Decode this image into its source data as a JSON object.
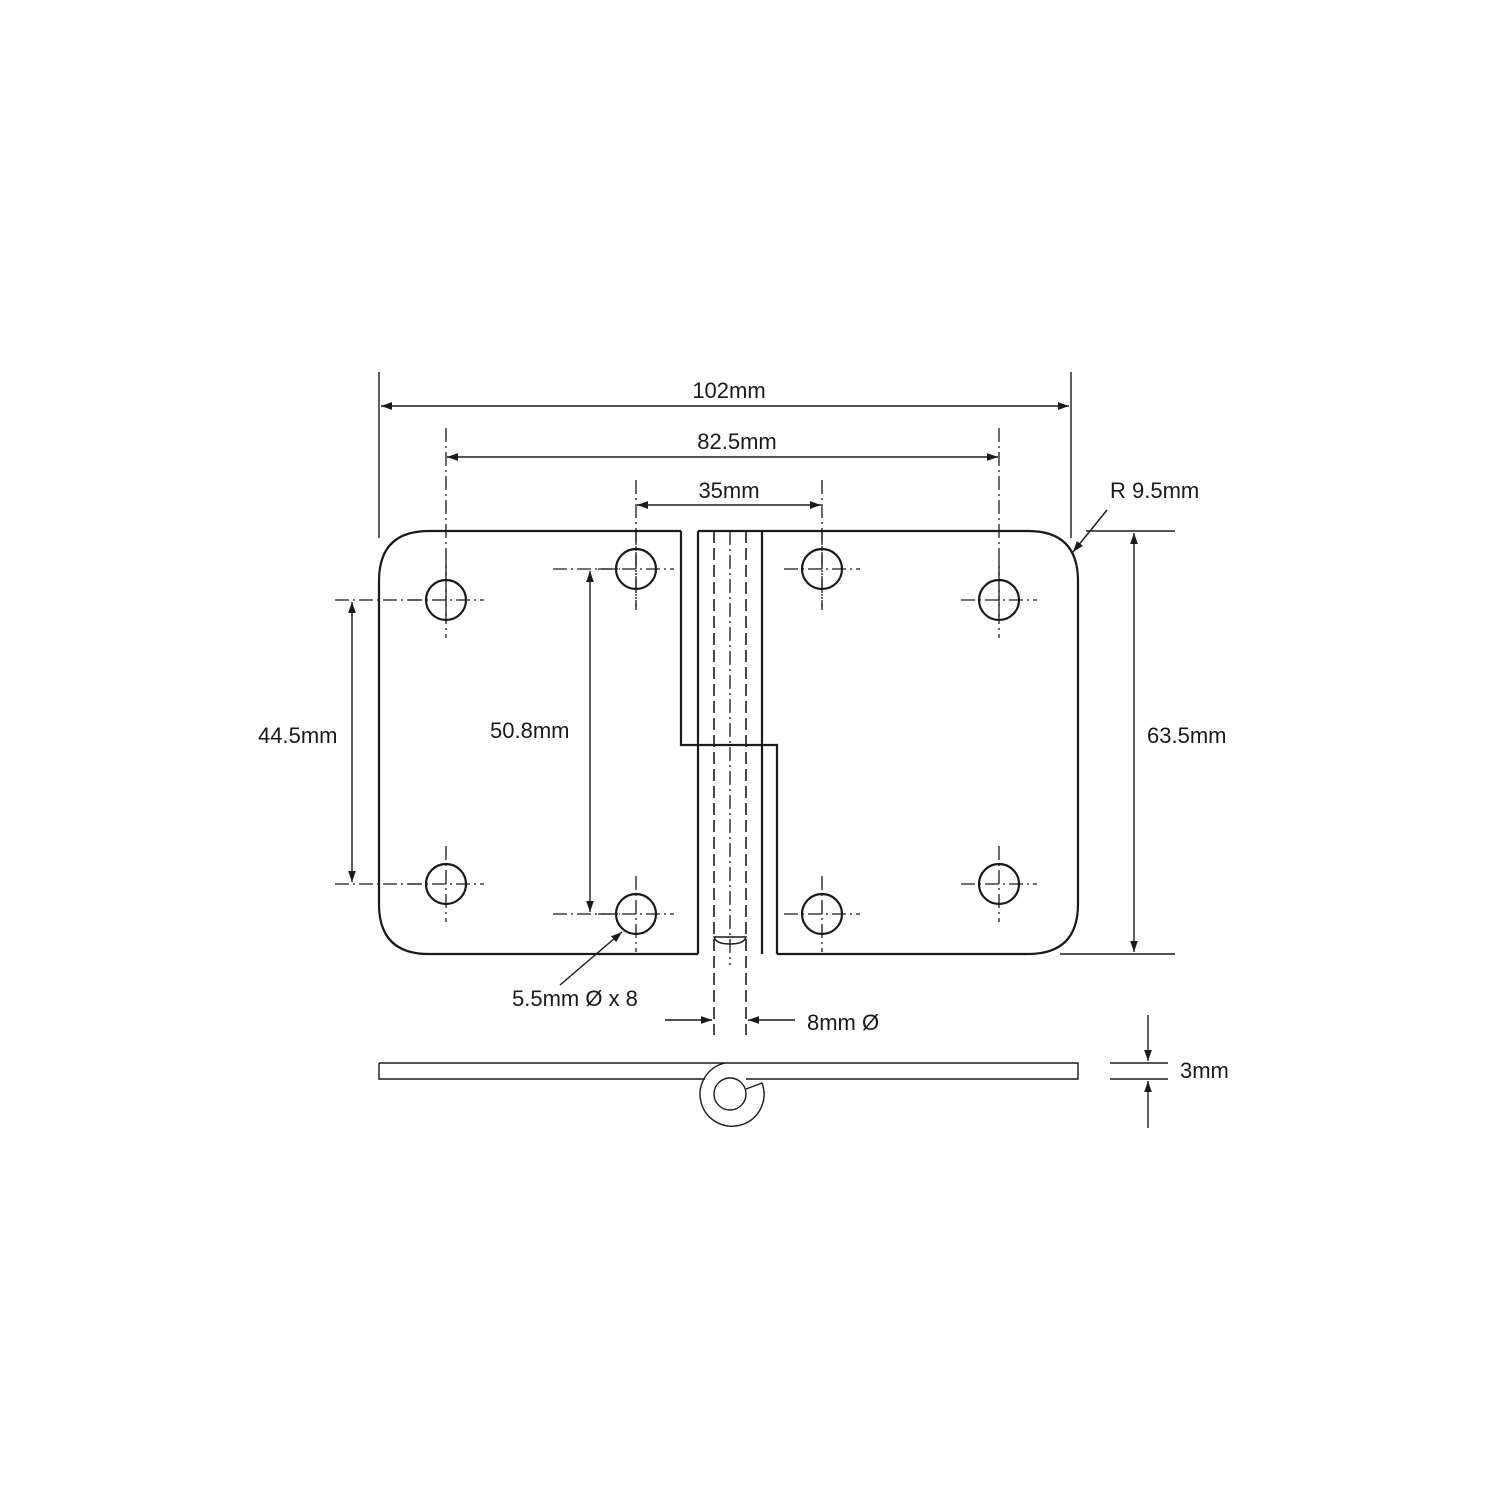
{
  "title": "Hinge dimension drawing",
  "colors": {
    "line": "#1a1a1a",
    "background": "#ffffff"
  },
  "dimensions": {
    "overall_width": "102mm",
    "outer_hole_spacing": "82.5mm",
    "inner_hole_spacing": "35mm",
    "corner_radius": "R 9.5mm",
    "outer_hole_vertical": "44.5mm",
    "inner_hole_vertical": "50.8mm",
    "overall_height": "63.5mm",
    "hole_spec": "5.5mm Ø x 8",
    "pin_diameter": "8mm Ø",
    "thickness": "3mm"
  }
}
